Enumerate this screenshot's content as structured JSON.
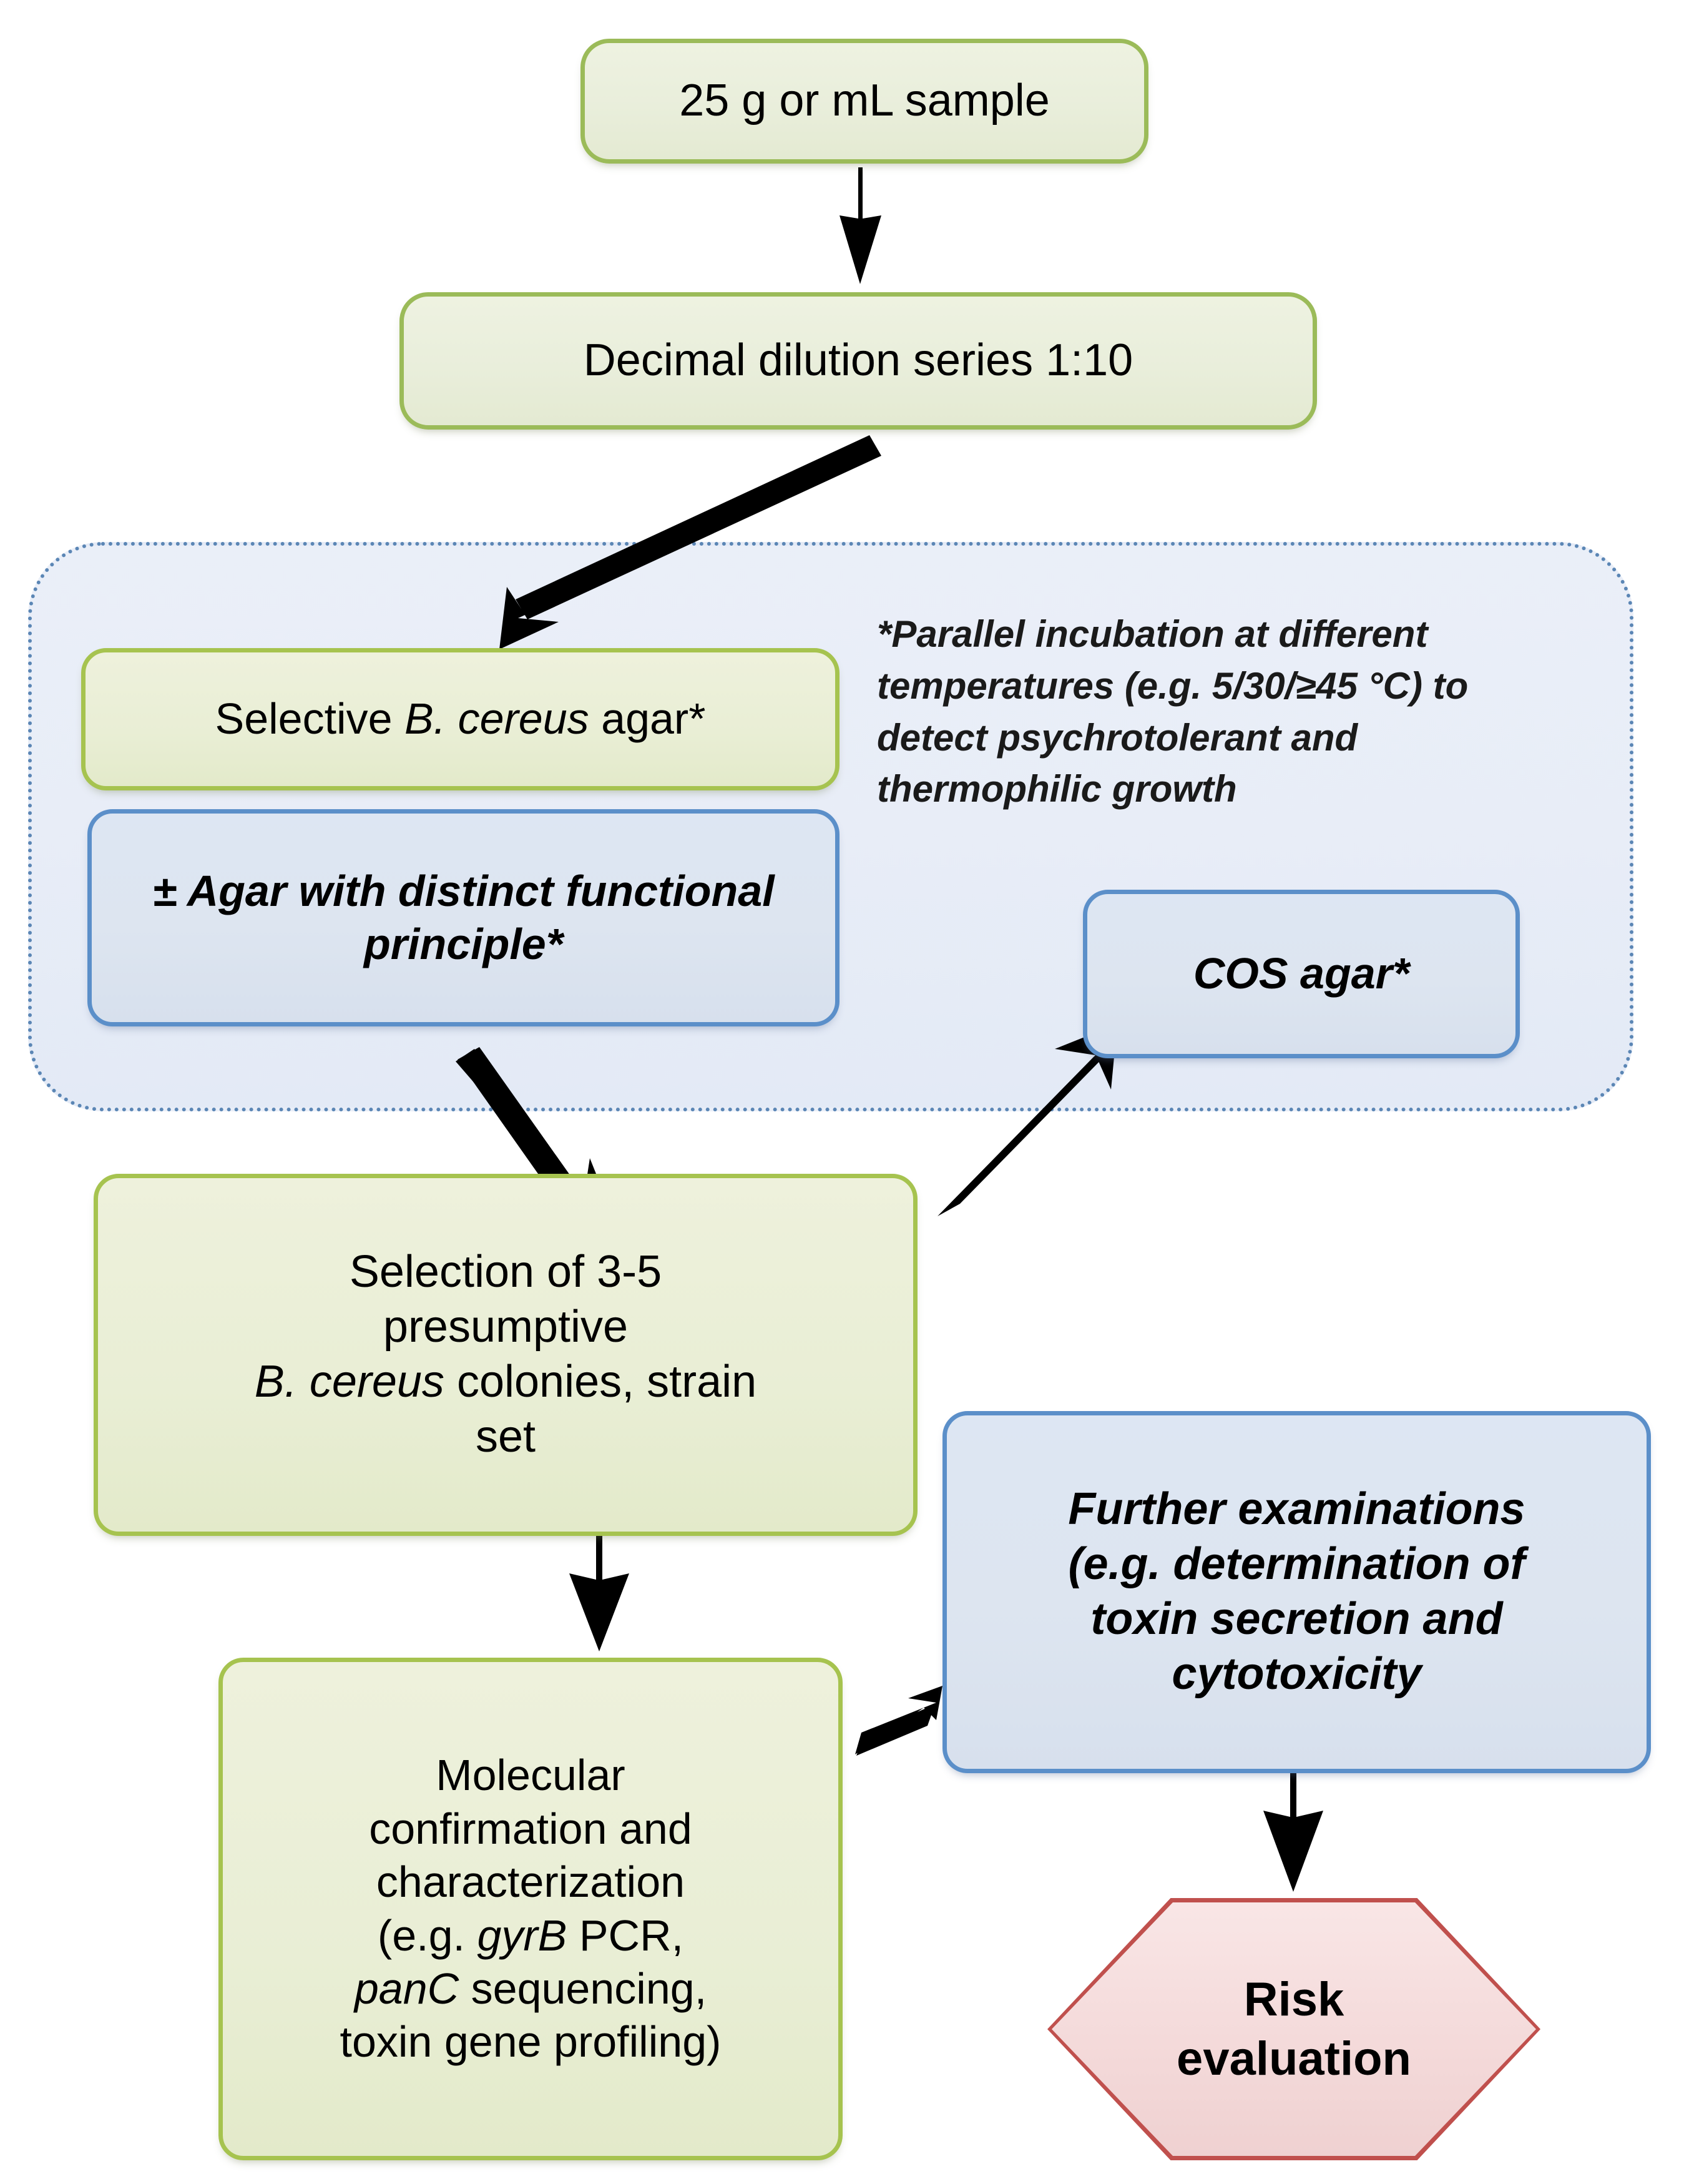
{
  "diagram": {
    "title": "Bacillus cereus detection and risk evaluation workflow",
    "colors": {
      "green_border": "#9bbb59",
      "green_fill": "#e9eedb",
      "blue_border": "#5b8fc9",
      "blue_fill": "#dde6f3",
      "dotted_border": "#5b86b5",
      "group_fill": "#e8edf7",
      "hexagon_border": "#c0504d",
      "hexagon_fill": "#f4dada",
      "arrow_color": "#000000"
    },
    "nodes": {
      "sample": {
        "label": "25 g or mL sample",
        "shape": "rounded-rectangle",
        "style": "green"
      },
      "dilution": {
        "label": "Decimal dilution series 1:10",
        "shape": "rounded-rectangle",
        "style": "green"
      },
      "selective_agar": {
        "label_parts": [
          {
            "text": "Selective ",
            "italic": false
          },
          {
            "text": "B. cereus",
            "italic": true
          },
          {
            "text": " agar*",
            "italic": false
          }
        ],
        "plain": "Selective B. cereus agar*",
        "shape": "rounded-rectangle",
        "style": "green"
      },
      "distinct_agar": {
        "label": "± Agar with distinct functional principle*",
        "shape": "rounded-rectangle",
        "style": "blue",
        "italic": true
      },
      "cos_agar": {
        "label": "COS agar*",
        "shape": "rounded-rectangle",
        "style": "blue",
        "italic": true
      },
      "selection": {
        "label_parts": [
          {
            "text": "Selection of 3-5 presumptive ",
            "italic": false
          },
          {
            "text": "B. cereus",
            "italic": true
          },
          {
            "text": " colonies, strain set",
            "italic": false
          }
        ],
        "plain": "Selection of 3-5 presumptive B. cereus colonies, strain set",
        "line1": "Selection of 3-5",
        "line2": "presumptive",
        "line3_italic": "B. cereus",
        "line3_rest": " colonies, strain",
        "line4": "set",
        "shape": "rounded-rectangle",
        "style": "green"
      },
      "molecular": {
        "plain": "Molecular confirmation and characterization (e.g. gyrB PCR, panC sequencing, toxin gene profiling)",
        "line1": "Molecular",
        "line2": "confirmation and",
        "line3": "characterization",
        "line4_pre": "(e.g. ",
        "line4_italic": "gyrB",
        "line4_post": " PCR,",
        "line5_italic": "panC",
        "line5_post": " sequencing,",
        "line6": "toxin gene profiling)",
        "shape": "rounded-rectangle",
        "style": "green"
      },
      "further": {
        "label": "Further examinations (e.g. determination of toxin secretion and cytotoxicity",
        "line1": "Further examinations",
        "line2": "(e.g. determination of",
        "line3": "toxin secretion and",
        "line4": "cytotoxicity",
        "shape": "rounded-rectangle",
        "style": "blue",
        "italic": true
      },
      "risk": {
        "label": "Risk evaluation",
        "line1": "Risk",
        "line2": "evaluation",
        "shape": "hexagon",
        "style": "red",
        "bold": true
      }
    },
    "annotation": {
      "line1": "*Parallel incubation at different",
      "line2": "temperatures (e.g. 5/30/≥45 °C) to",
      "line3": "detect psychrotolerant and",
      "line4": "thermophilic growth",
      "full": "*Parallel incubation at different temperatures (e.g. 5/30/≥45 °C) to detect psychrotolerant and thermophilic growth"
    },
    "group": {
      "name": "parallel-cultivation-group",
      "style": "dotted-rounded-rectangle"
    },
    "edges": [
      {
        "from": "sample",
        "to": "dilution",
        "type": "straight-down"
      },
      {
        "from": "dilution",
        "to": "parallel-cultivation-group",
        "type": "diagonal-down-left"
      },
      {
        "from": "distinct_agar",
        "to": "selection",
        "type": "diagonal-down-right"
      },
      {
        "from": "selection",
        "to": "cos_agar",
        "type": "diagonal-up-right"
      },
      {
        "from": "selection",
        "to": "molecular",
        "type": "straight-down"
      },
      {
        "from": "molecular",
        "to": "further",
        "type": "diagonal-up-right"
      },
      {
        "from": "further",
        "to": "risk",
        "type": "straight-down"
      }
    ]
  }
}
